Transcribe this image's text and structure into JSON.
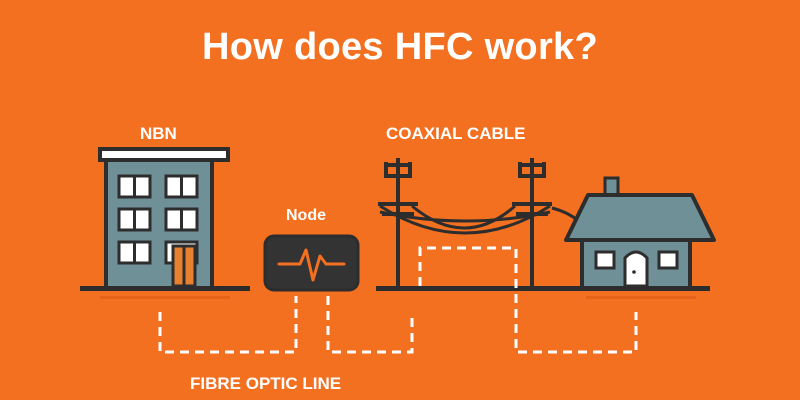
{
  "title": "How does HFC work?",
  "labels": {
    "nbn": "NBN",
    "node": "Node",
    "coaxial_cable": "COAXIAL CABLE",
    "fibre_optic_line": "FIBRE OPTIC LINE"
  },
  "colors": {
    "background": "#F37021",
    "outline": "#2D2D2D",
    "building_fill": "#6E9096",
    "node_fill": "#333333",
    "white": "#FFFFFF"
  }
}
